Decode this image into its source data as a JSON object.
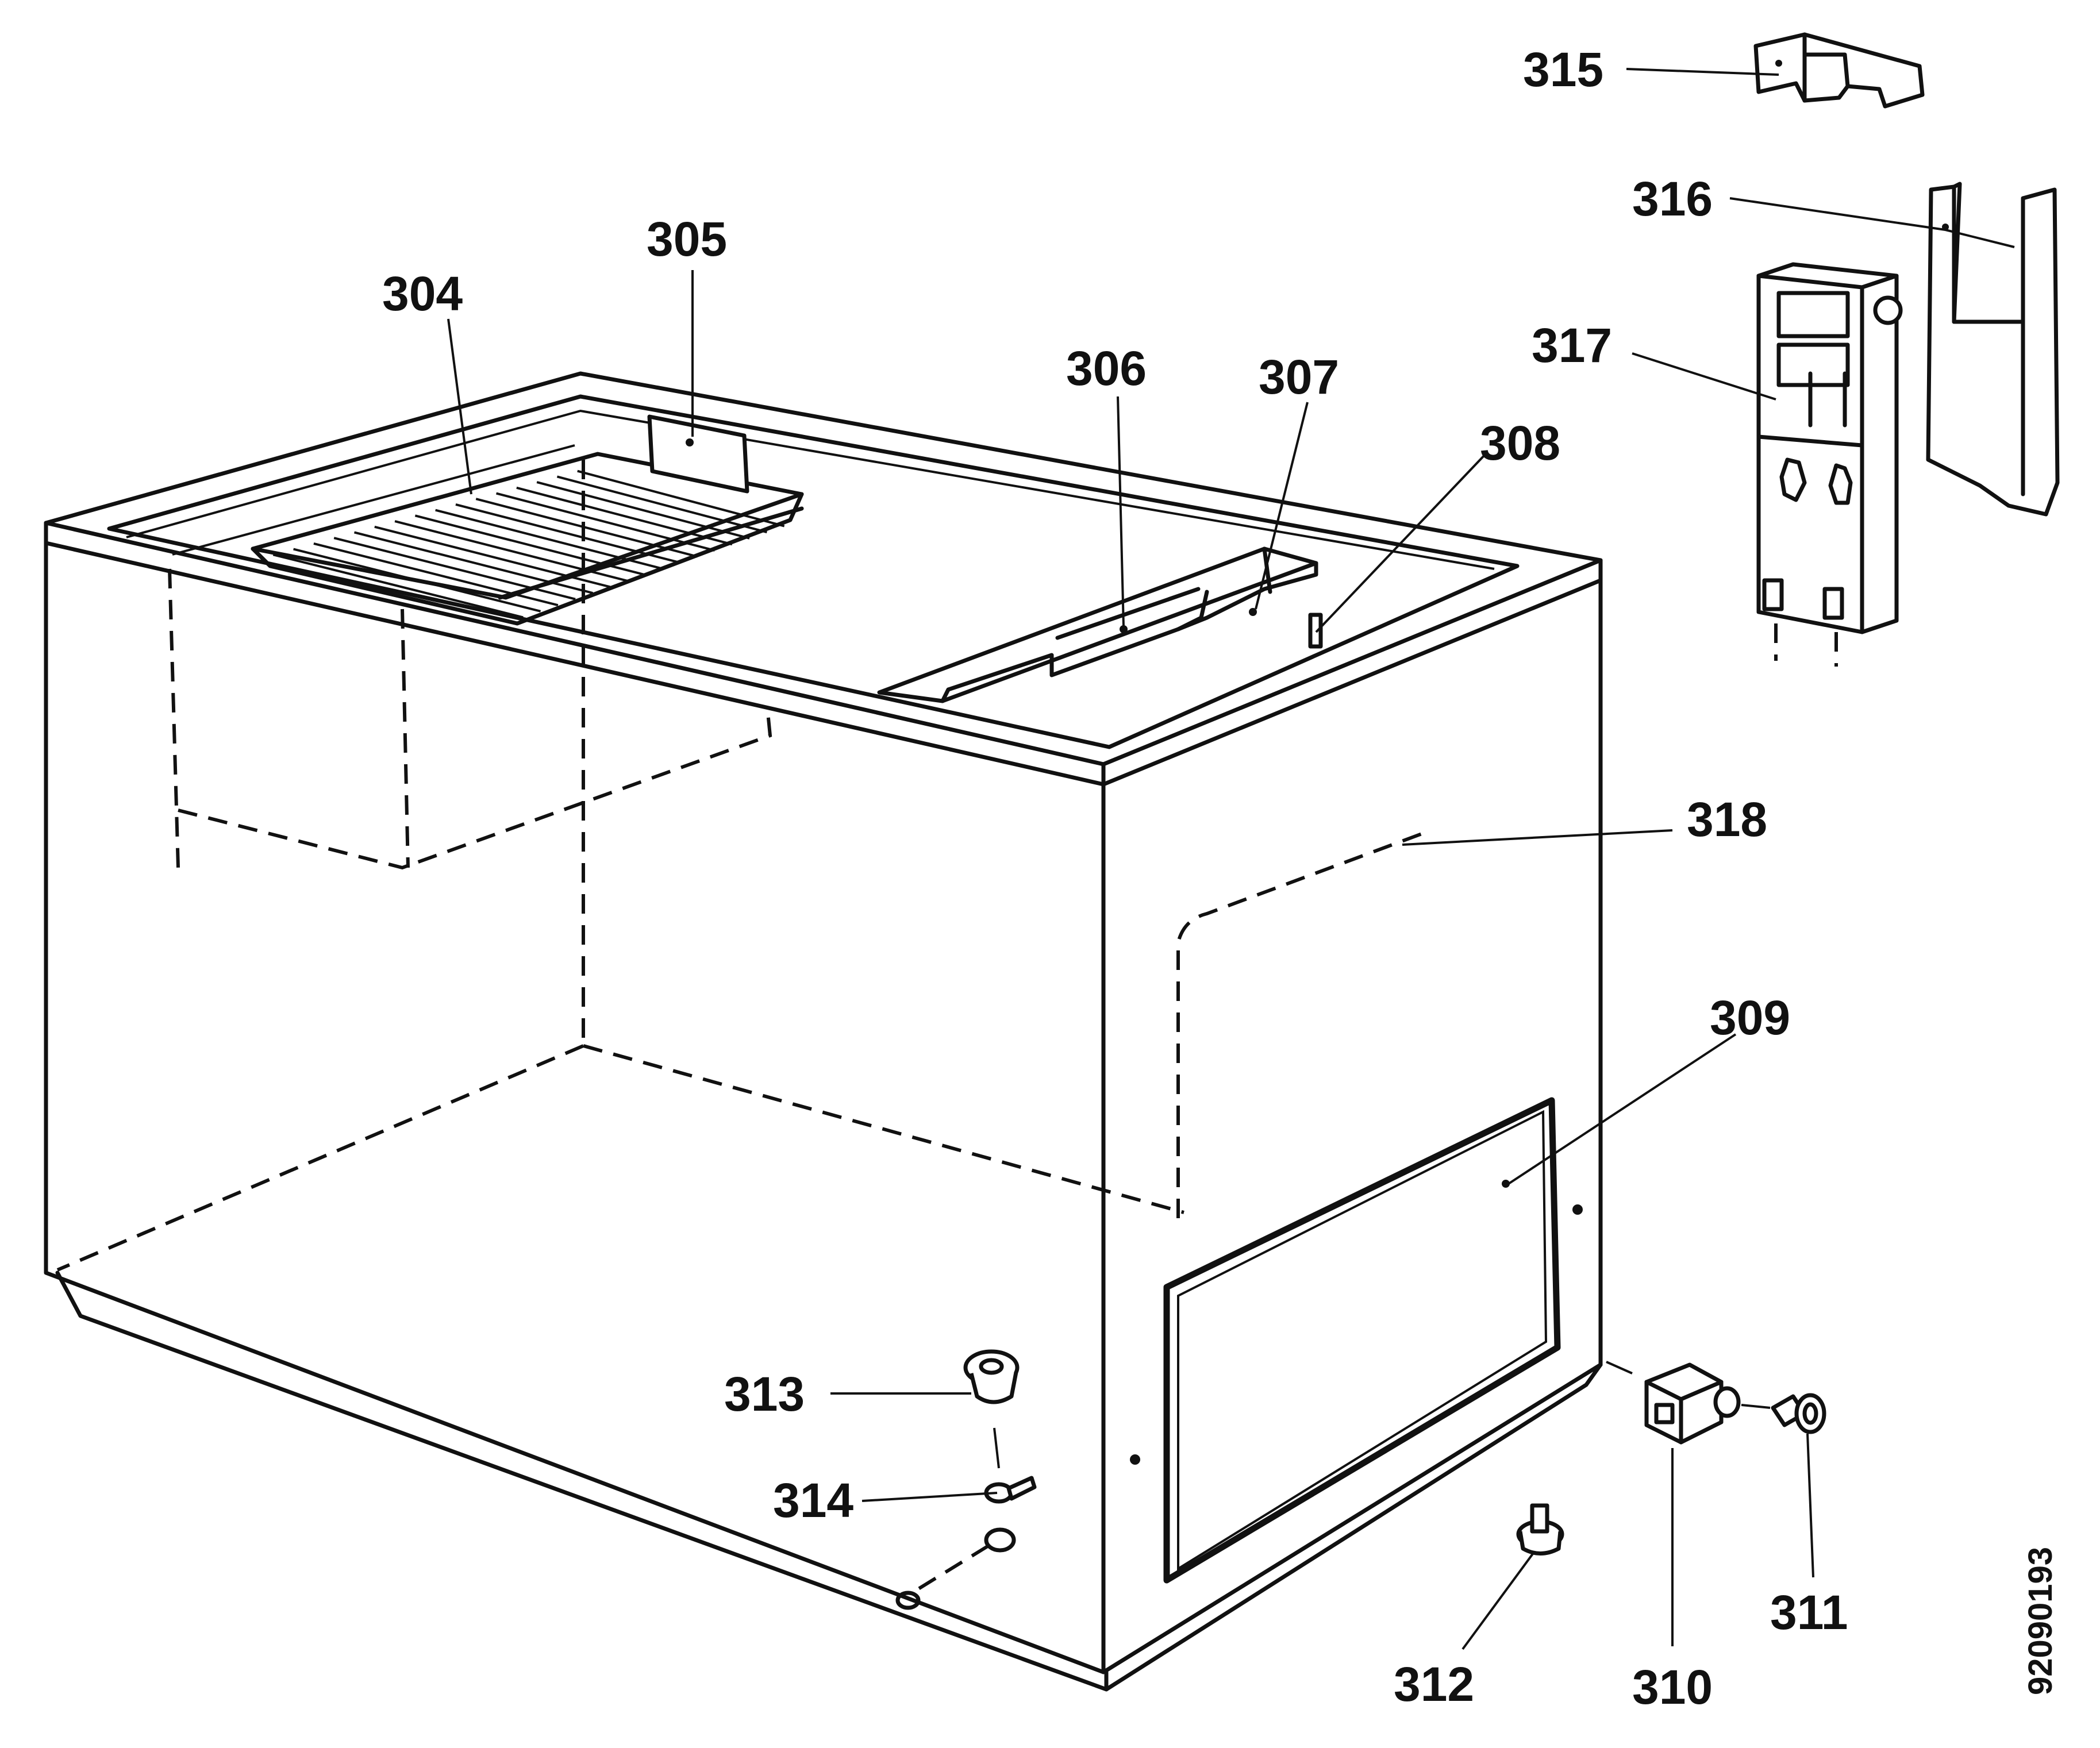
{
  "diagram": {
    "parts": [
      {
        "key": "p304",
        "label": "304"
      },
      {
        "key": "p305",
        "label": "305"
      },
      {
        "key": "p306",
        "label": "306"
      },
      {
        "key": "p307",
        "label": "307"
      },
      {
        "key": "p308",
        "label": "308"
      },
      {
        "key": "p309",
        "label": "309"
      },
      {
        "key": "p310",
        "label": "310"
      },
      {
        "key": "p311",
        "label": "311"
      },
      {
        "key": "p312",
        "label": "312"
      },
      {
        "key": "p313",
        "label": "313"
      },
      {
        "key": "p314",
        "label": "314"
      },
      {
        "key": "p315",
        "label": "315"
      },
      {
        "key": "p316",
        "label": "316"
      },
      {
        "key": "p317",
        "label": "317"
      },
      {
        "key": "p318",
        "label": "318"
      }
    ],
    "drawing_code": "92090193",
    "line_color": "#111111",
    "background": "#ffffff"
  }
}
